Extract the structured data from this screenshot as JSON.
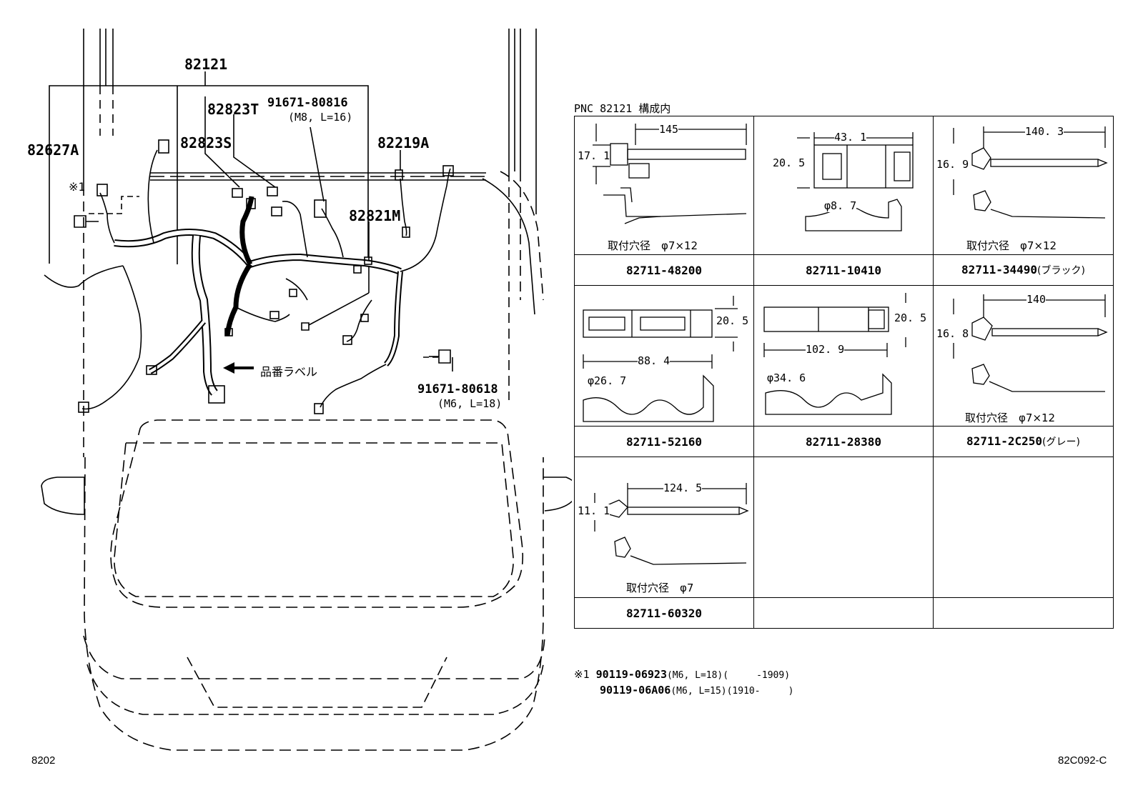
{
  "diagram": {
    "labels": {
      "l82121": "82121",
      "l82823T": "82823T",
      "l91671_80816": "91671-80816",
      "l91671_80816_spec": "(M8, L=16)",
      "l82627A": "82627A",
      "l82823S": "82823S",
      "l82219A": "82219A",
      "l82821M": "82821M",
      "note_mark": "※1",
      "label_tag": "品番ラベル",
      "l91671_80618": "91671-80618",
      "l91671_80618_spec": "(M6, L=18)"
    },
    "footer_left": "8202",
    "footer_right": "82C092-C"
  },
  "table": {
    "title": "PNC 82121 構成内",
    "cells": [
      {
        "part": "82711-48200",
        "note": "",
        "hole": "取付穴径　φ7×12",
        "dims": [
          "145",
          "17. 1"
        ]
      },
      {
        "part": "82711-10410",
        "note": "",
        "hole": "",
        "dims": [
          "43. 1",
          "20. 5",
          "φ8. 7"
        ]
      },
      {
        "part": "82711-34490",
        "note": "(ブラック)",
        "hole": "取付穴径　φ7×12",
        "dims": [
          "140. 3",
          "16. 9"
        ]
      },
      {
        "part": "82711-52160",
        "note": "",
        "hole": "",
        "dims": [
          "20. 5",
          "88. 4",
          "φ26. 7"
        ]
      },
      {
        "part": "82711-28380",
        "note": "",
        "hole": "",
        "dims": [
          "20. 5",
          "102. 9",
          "φ34. 6"
        ]
      },
      {
        "part": "82711-2C250",
        "note": "(グレー)",
        "hole": "取付穴径　φ7×12",
        "dims": [
          "140",
          "16. 8"
        ]
      },
      {
        "part": "82711-60320",
        "note": "",
        "hole": "取付穴径　φ7",
        "dims": [
          "124. 5",
          "11. 1"
        ]
      }
    ]
  },
  "notes": [
    {
      "mark": "※1",
      "part": "90119-06923",
      "spec": "(M6, L=18)(　　　-1909)"
    },
    {
      "mark": "",
      "part": "90119-06A06",
      "spec": "(M6, L=15)(1910-　　　)"
    }
  ]
}
